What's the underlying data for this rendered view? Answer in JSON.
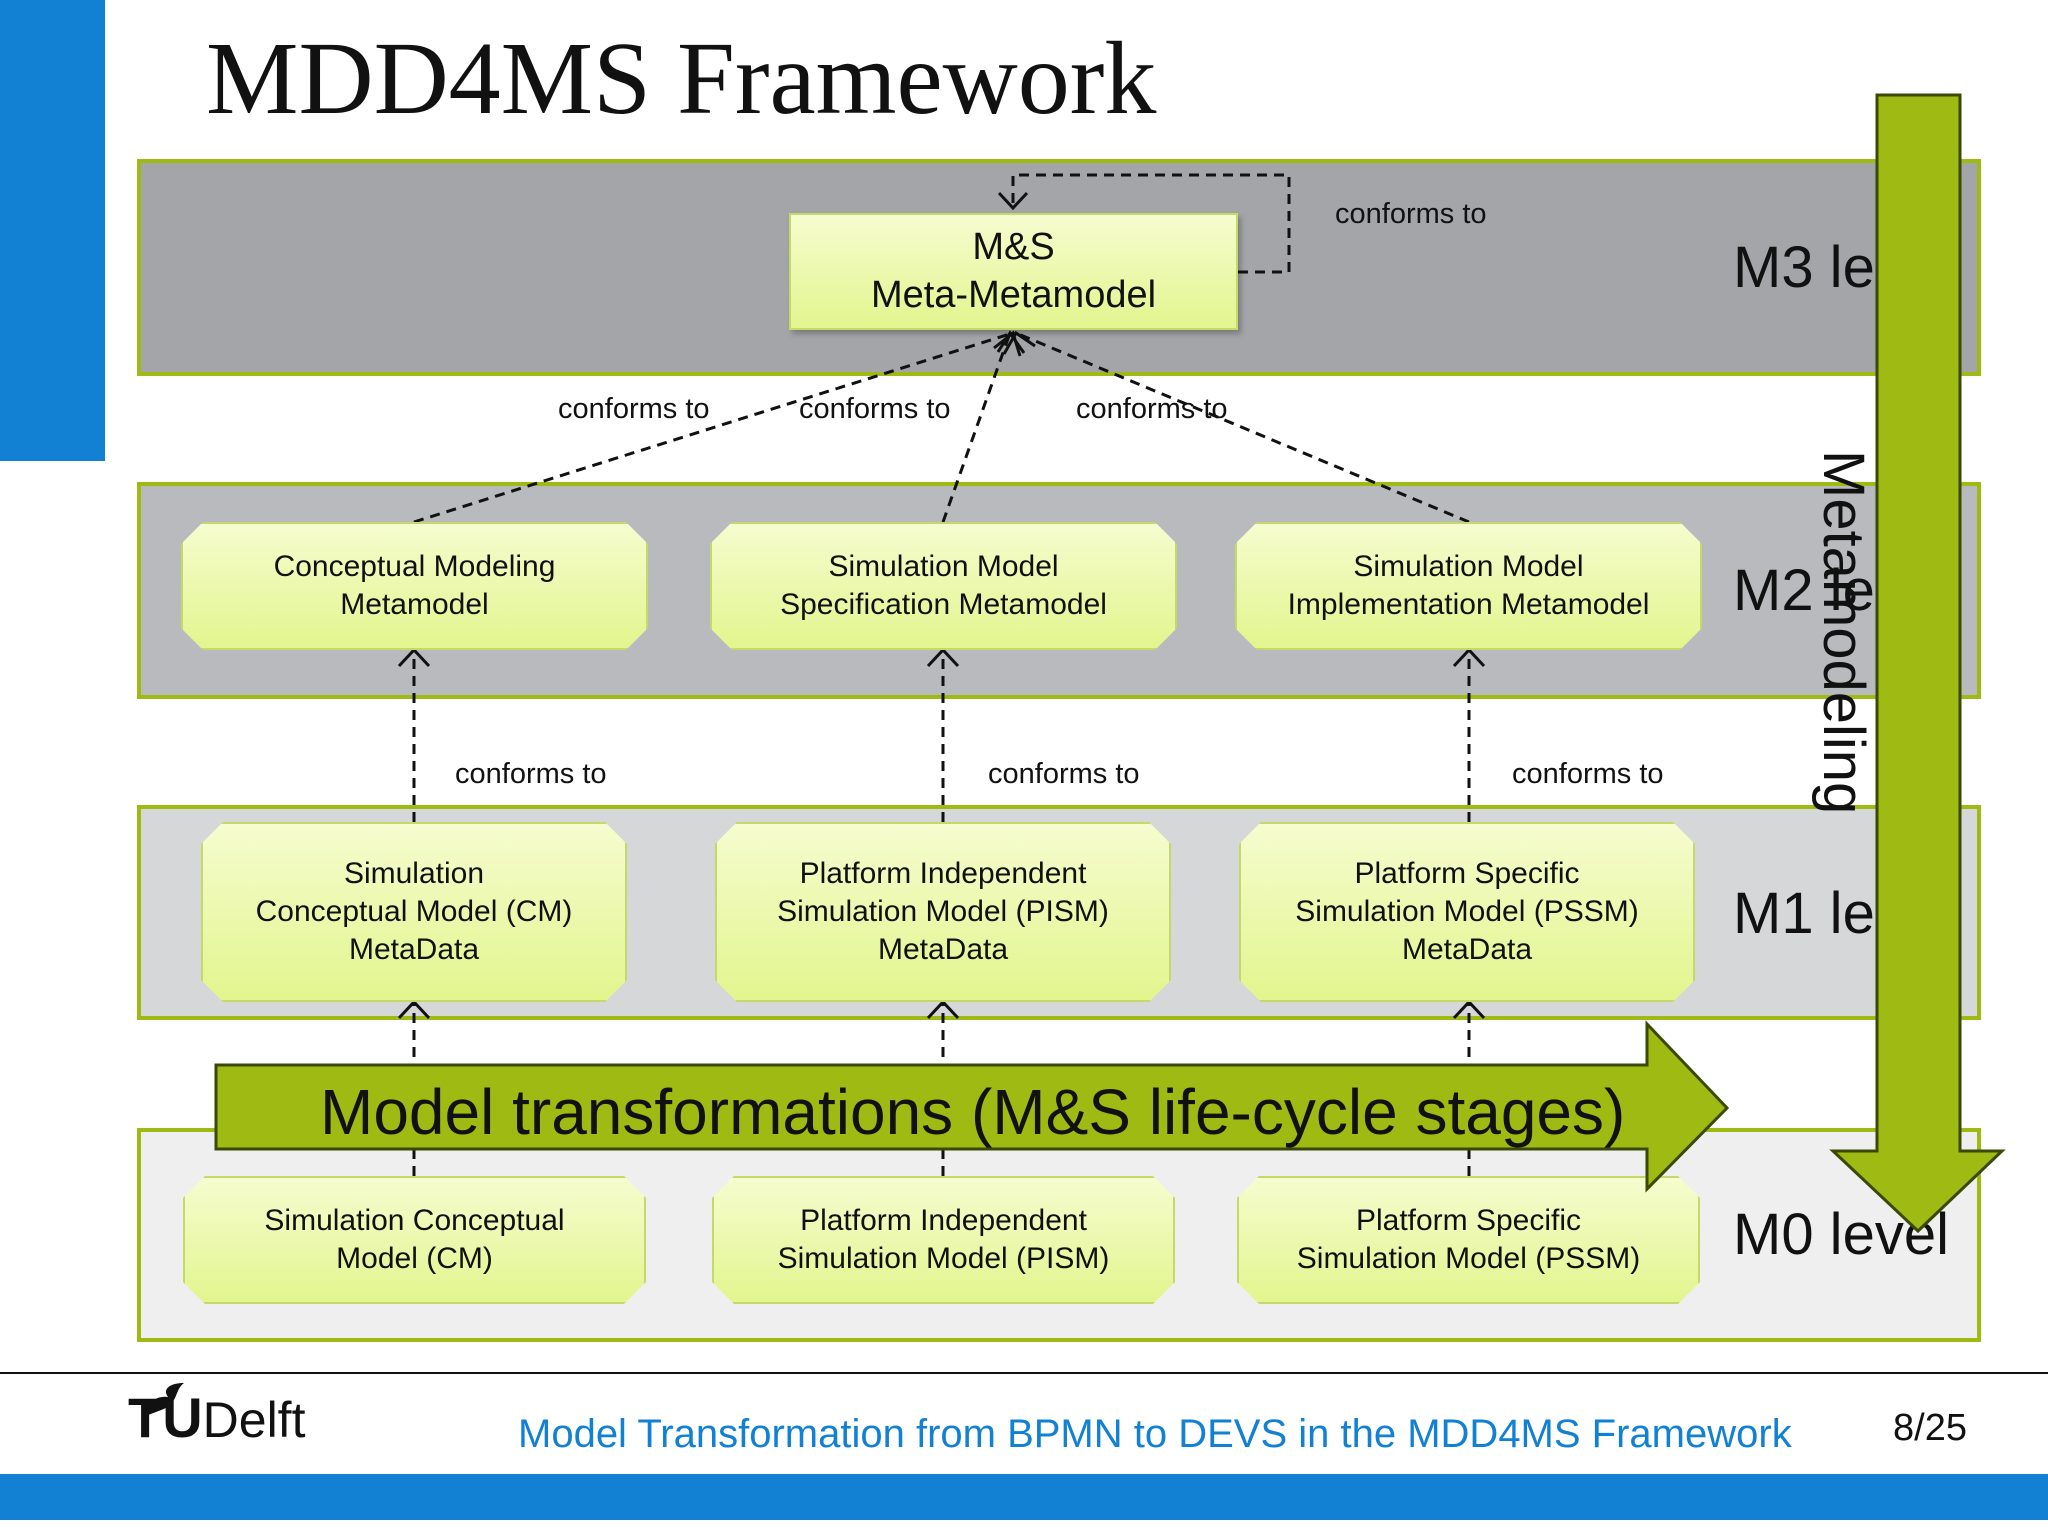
{
  "title": "MDD4MS Framework",
  "levels": {
    "m3": "M3 le",
    "m2": "M2 le",
    "m1": "M1 le",
    "m0": "M0 level"
  },
  "meta_metamodel": {
    "line1": "M&S",
    "line2": "Meta-Metamodel"
  },
  "m2_boxes": [
    {
      "line1": "Conceptual Modeling",
      "line2": "Metamodel"
    },
    {
      "line1": "Simulation Model",
      "line2": "Specification Metamodel"
    },
    {
      "line1": "Simulation Model",
      "line2": "Implementation Metamodel"
    }
  ],
  "m1_boxes": [
    {
      "line1": "Simulation",
      "line2": "Conceptual Model (CM)",
      "line3": "MetaData"
    },
    {
      "line1": "Platform Independent",
      "line2": "Simulation Model (PISM)",
      "line3": "MetaData"
    },
    {
      "line1": "Platform Specific",
      "line2": "Simulation Model (PSSM)",
      "line3": "MetaData"
    }
  ],
  "m0_boxes": [
    {
      "line1": "Simulation Conceptual",
      "line2": "Model (CM)"
    },
    {
      "line1": "Platform Independent",
      "line2": "Simulation Model (PISM)"
    },
    {
      "line1": "Platform Specific",
      "line2": "Simulation Model (PSSM)"
    }
  ],
  "relation_label": "conforms to",
  "metamodeling_label": "Metamodeling",
  "transformations_label": "Model transformations (M&S life-cycle stages)",
  "footer": {
    "title": "Model Transformation from BPMN to DEVS in the MDD4MS Framework",
    "page": "8/25",
    "logo_tu": "TU",
    "logo_delft": "Delft"
  },
  "colors": {
    "accent_blue": "#1281d4",
    "arrow_green": "#9fba12",
    "box_fill": "#eef9b2"
  }
}
